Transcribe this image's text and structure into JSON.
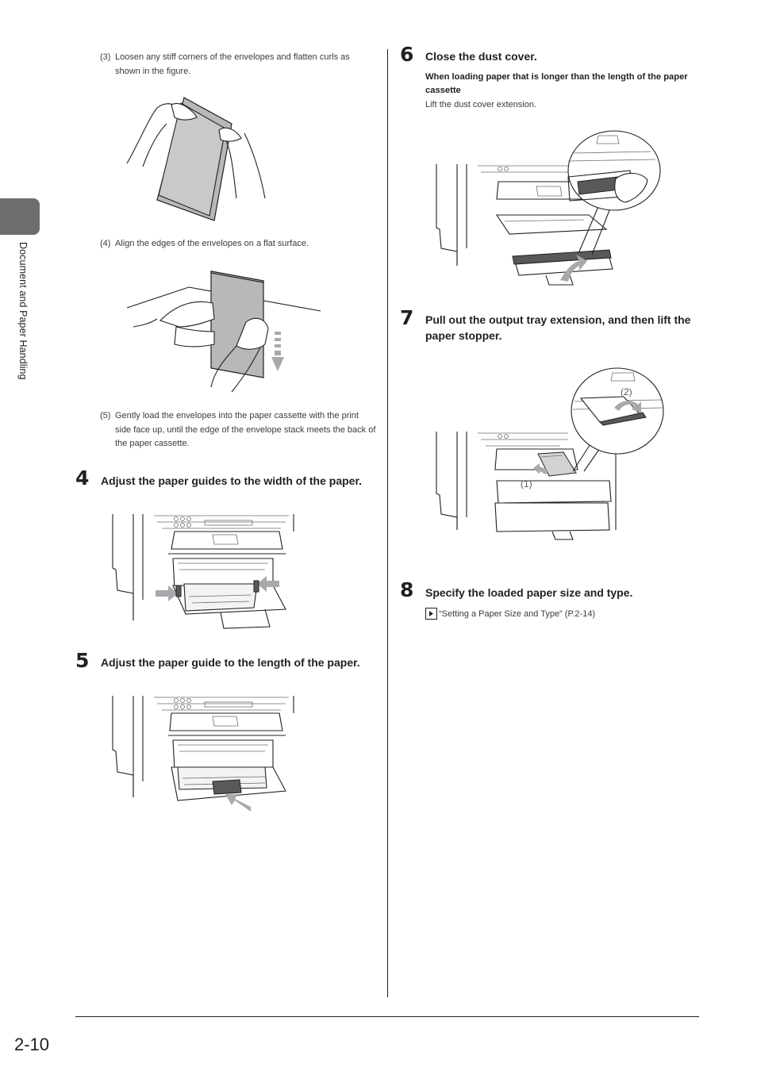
{
  "side_tab": {
    "label": "Document and Paper Handling"
  },
  "page_number": "2-10",
  "left_column": {
    "substep3": {
      "num": "(3)",
      "text": "Loosen any stiff corners of the envelopes and flatten curls as shown in the figure."
    },
    "substep4": {
      "num": "(4)",
      "text": "Align the edges of the envelopes on a flat surface."
    },
    "substep5": {
      "num": "(5)",
      "text": "Gently load the envelopes into the paper cassette with the print side face up, until the edge of the envelope stack meets the back of the paper cassette."
    },
    "step4": {
      "num": "4",
      "title": "Adjust the paper guides to the width of the paper."
    },
    "step5": {
      "num": "5",
      "title": "Adjust the paper guide to the length of the paper."
    }
  },
  "right_column": {
    "step6": {
      "num": "6",
      "title": "Close the dust cover.",
      "note_title": "When loading paper that is longer than the length of the paper cassette",
      "note_text": "Lift the dust cover extension."
    },
    "step7": {
      "num": "7",
      "title": "Pull out the output tray extension, and then lift the paper stopper.",
      "callout_1": "(1)",
      "callout_2": "(2)"
    },
    "step8": {
      "num": "8",
      "title": "Specify the loaded paper size and type.",
      "link_text": "“Setting a Paper Size and Type” (P.2-14)",
      "link_icon": "arrow-right-icon"
    }
  }
}
